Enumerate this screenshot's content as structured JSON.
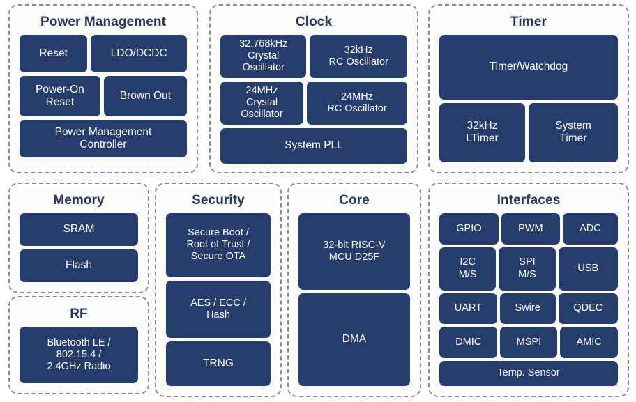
{
  "diagram": {
    "title_text_color": "#27345c",
    "block_fill_color": "#263c6d",
    "block_text_color": "#ffffff",
    "group_border_color": "#8a8a8a",
    "panel_background_color": "#fbfbfa",
    "page_background_color": "#ffffff"
  },
  "groups": {
    "power": {
      "title": "Power Management",
      "blocks": {
        "reset": "Reset",
        "ldo_dcdc": "LDO/DCDC",
        "power_on_reset": "Power-On\nReset",
        "brown_out": "Brown Out",
        "pm_controller": "Power Management\nController"
      }
    },
    "clock": {
      "title": "Clock",
      "blocks": {
        "xtal_32768": "32.768kHz\nCrystal\nOscillator",
        "rc_32k": "32kHz\nRC Oscillator",
        "xtal_24m": "24MHz\nCrystal\nOscillator",
        "rc_24m": "24MHz\nRC Oscillator",
        "system_pll": "System PLL"
      }
    },
    "timer": {
      "title": "Timer",
      "blocks": {
        "timer_watchdog": "Timer/Watchdog",
        "ltimer_32k": "32kHz\nLTimer",
        "system_timer": "System\nTimer"
      }
    },
    "memory": {
      "title": "Memory",
      "blocks": {
        "sram": "SRAM",
        "flash": "Flash"
      }
    },
    "rf": {
      "title": "RF",
      "blocks": {
        "radio": "Bluetooth LE /\n802.15.4 /\n2.4GHz Radio"
      }
    },
    "security": {
      "title": "Security",
      "blocks": {
        "secure_boot": "Secure Boot /\nRoot of Trust /\nSecure OTA",
        "crypto": "AES / ECC /\nHash",
        "trng": "TRNG"
      }
    },
    "core": {
      "title": "Core",
      "blocks": {
        "cpu": "32-bit RISC-V\nMCU D25F",
        "dma": "DMA"
      }
    },
    "interfaces": {
      "title": "Interfaces",
      "blocks": {
        "gpio": "GPIO",
        "pwm": "PWM",
        "adc": "ADC",
        "i2c": "I2C\nM/S",
        "spi": "SPI\nM/S",
        "usb": "USB",
        "uart": "UART",
        "swire": "Swire",
        "qdec": "QDEC",
        "dmic": "DMIC",
        "mspi": "MSPI",
        "amic": "AMIC",
        "temp_sensor": "Temp. Sensor"
      }
    }
  }
}
